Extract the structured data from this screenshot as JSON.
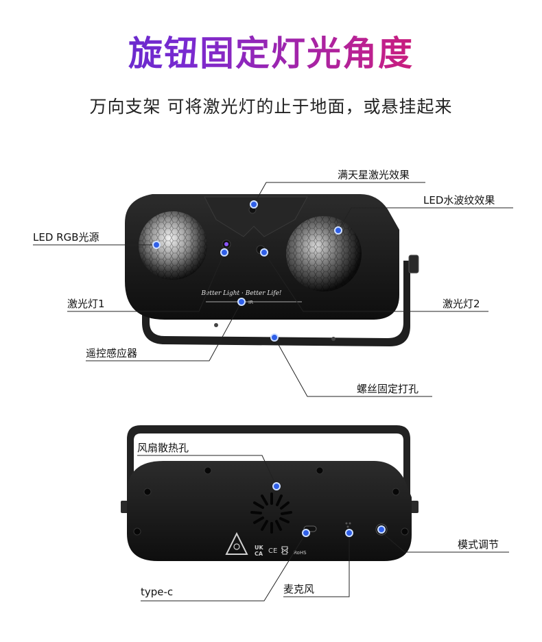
{
  "header": {
    "title": "旋钮固定灯光角度",
    "subtitle": "万向支架 可将激光灯的止于地面，或悬挂起来"
  },
  "front_view": {
    "labels": {
      "star_laser": "满天星激光效果",
      "led_water": "LED水波纹效果",
      "led_rgb": "LED RGB光源",
      "laser1": "激光灯1",
      "laser2": "激光灯2",
      "remote": "遥控感应器",
      "screw": "螺丝固定打孔"
    },
    "panel_text": "Better Light · Better Life!",
    "ir_text": "IR"
  },
  "back_view": {
    "labels": {
      "fan": "风扇散热孔",
      "mode": "模式调节",
      "type_c": "type-c",
      "mic": "麦克风"
    },
    "marks": [
      "UK",
      "CA",
      "CE",
      "RoHS"
    ]
  },
  "colors": {
    "dot": "#2f5fe8",
    "body": "#1a1a1a",
    "line": "#222222"
  }
}
